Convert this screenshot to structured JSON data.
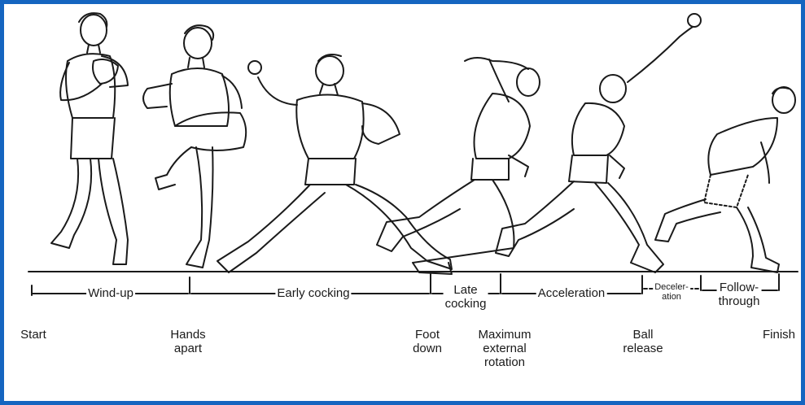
{
  "phases": [
    {
      "id": "wind-up",
      "label": "Wind-up"
    },
    {
      "id": "early-cocking",
      "label": "Early cocking"
    },
    {
      "id": "late-cocking",
      "label": "Late\ncocking"
    },
    {
      "id": "acceleration",
      "label": "Acceleration"
    },
    {
      "id": "deceleration",
      "label": "Deceler-\nation"
    },
    {
      "id": "follow-through",
      "label": "Follow-\nthrough"
    }
  ],
  "events": [
    {
      "id": "start",
      "label": "Start"
    },
    {
      "id": "hands-apart",
      "label": "Hands\napart"
    },
    {
      "id": "foot-down",
      "label": "Foot\ndown"
    },
    {
      "id": "max-external-rotation",
      "label": "Maximum\nexternal\nrotation"
    },
    {
      "id": "ball-release",
      "label": "Ball\nrelease"
    },
    {
      "id": "finish",
      "label": "Finish"
    }
  ],
  "colors": {
    "border": "#1565c0",
    "ink": "#1a1a1a",
    "background": "#ffffff"
  }
}
